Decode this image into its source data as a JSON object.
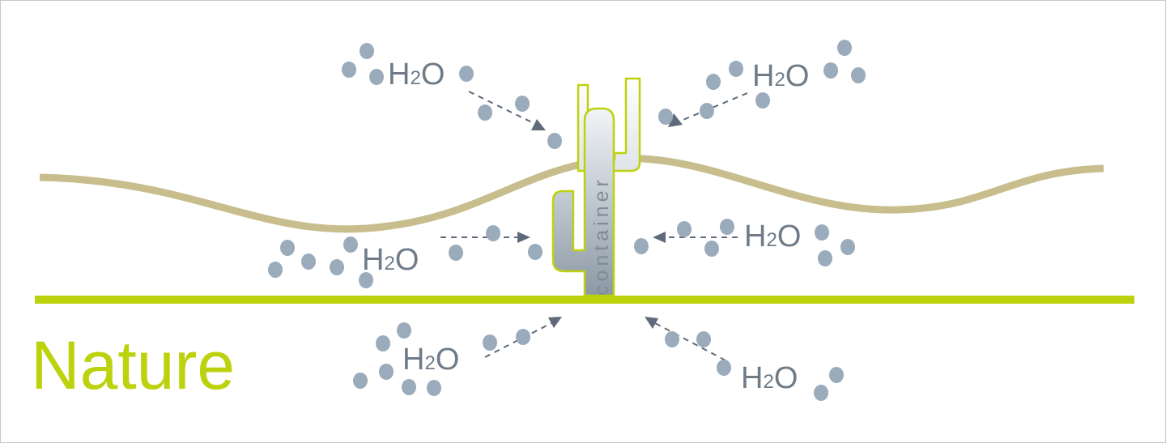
{
  "diagram": {
    "section_label": "Nature",
    "container_label": "container",
    "molecule_labels": [
      {
        "id": "top-left",
        "main": "H",
        "sub": "2",
        "tail": "O"
      },
      {
        "id": "top-right",
        "main": "H",
        "sub": "2",
        "tail": "O"
      },
      {
        "id": "middle-left",
        "main": "H",
        "sub": "2",
        "tail": "O"
      },
      {
        "id": "middle-right",
        "main": "H",
        "sub": "2",
        "tail": "O"
      },
      {
        "id": "bottom-left",
        "main": "H",
        "sub": "2",
        "tail": "O"
      },
      {
        "id": "bottom-right",
        "main": "H",
        "sub": "2",
        "tail": "O"
      }
    ]
  },
  "colors": {
    "nature_green": "#bcd20c",
    "ground_line": "#c8bd8c",
    "droplet": "#9aabbc",
    "arrow": "#5f6b7a",
    "text_gray": "#6f7c88",
    "cactus_fill_light": "#e9edf1",
    "cactus_fill_dark": "#8c98a4"
  },
  "icons": {
    "cactus": "cactus-icon",
    "droplet": "water-droplet-icon",
    "arrow": "dashed-arrow-icon"
  }
}
